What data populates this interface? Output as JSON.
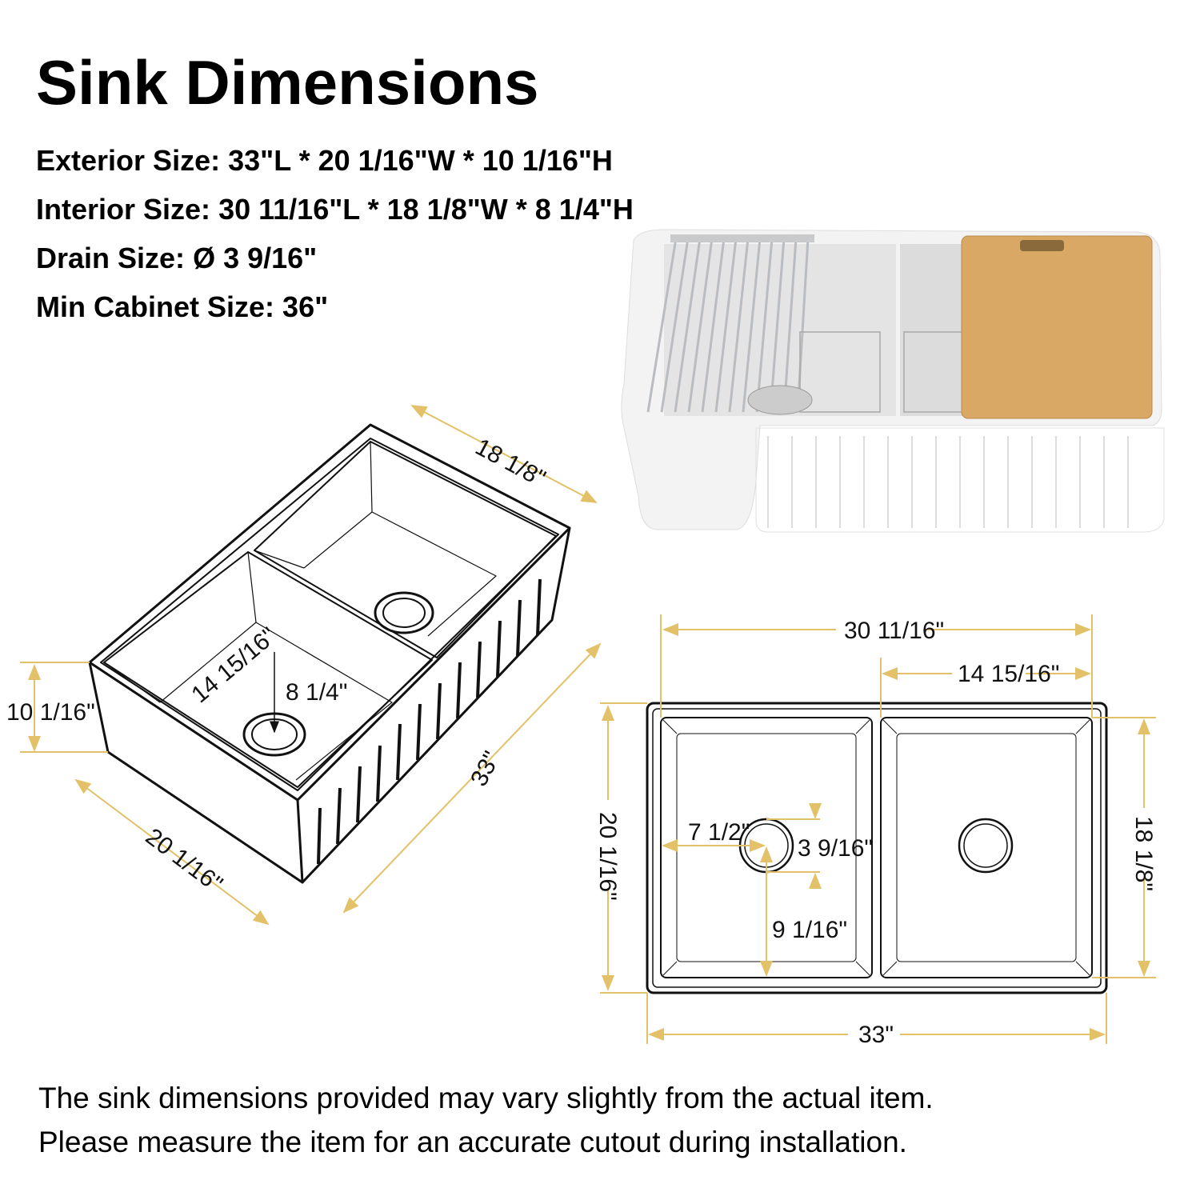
{
  "title": "Sink Dimensions",
  "specs": {
    "exterior": {
      "label": "Exterior Size:",
      "value": "33\"L * 20 1/16\"W * 10 1/16\"H"
    },
    "interior": {
      "label": "Interior Size:",
      "value": "30 11/16\"L * 18 1/8\"W * 8 1/4\"H"
    },
    "drain": {
      "label": "Drain Size:",
      "value": "Ø 3 9/16\""
    },
    "cabinet": {
      "label": "Min Cabinet Size:",
      "value": "36\""
    }
  },
  "iso_dims": {
    "width_inner": "18 1/8\"",
    "length": "33\"",
    "width_outer": "20 1/16\"",
    "height": "10 1/16\"",
    "basin_width": "14 15/16\"",
    "depth": "8 1/4\""
  },
  "top_dims": {
    "interior_length": "30 11/16\"",
    "basin_length": "14 15/16\"",
    "exterior_width": "20 1/16\"",
    "interior_width": "18 1/8\"",
    "drain_from_side": "7 1/2\"",
    "drain_diameter": "3 9/16\"",
    "drain_from_front": "9 1/16\"",
    "exterior_length": "33\""
  },
  "note": {
    "line1": "The sink dimensions provided may vary slightly from the actual item.",
    "line2": "Please measure the item for an accurate cutout during installation."
  },
  "colors": {
    "dimension_line": "#e3c168",
    "outline": "#111111",
    "board": "#d9a864"
  }
}
